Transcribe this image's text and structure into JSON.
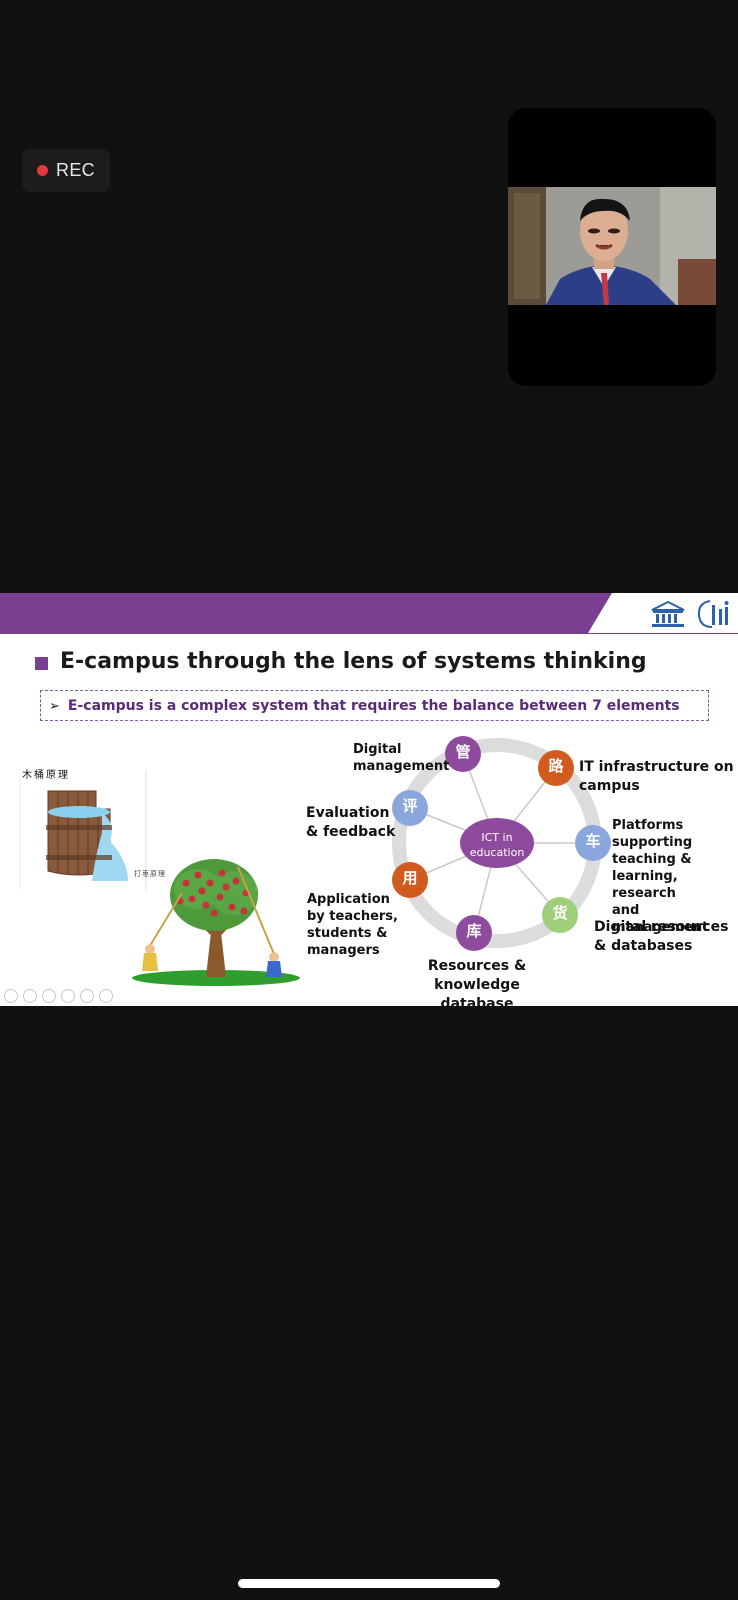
{
  "recording": {
    "label": "REC",
    "dot_color": "#e0393e"
  },
  "participant": {
    "name": ""
  },
  "slide": {
    "title": "E-campus through the lens of systems thinking",
    "subtitle": "E-campus is a complex system that requires the balance between 7 elements",
    "barrel_label": "木桶原理",
    "tree_label": "打枣原理",
    "center_label": [
      "ICT in",
      "education"
    ],
    "elements": [
      {
        "char": "管",
        "lines": [
          "Digital",
          "management"
        ]
      },
      {
        "char": "路",
        "lines": [
          "IT infrastructure on",
          "campus"
        ]
      },
      {
        "char": "车",
        "lines": [
          "Platforms",
          "supporting",
          "teaching &",
          "learning, research",
          "and management"
        ]
      },
      {
        "char": "货",
        "lines": [
          "Digital resources",
          "& databases"
        ]
      },
      {
        "char": "库",
        "lines": [
          "Resources & knowledge",
          "database"
        ]
      },
      {
        "char": "用",
        "lines": [
          "Application",
          "by teachers,",
          "students &",
          "managers"
        ]
      },
      {
        "char": "评",
        "lines": [
          "Evaluation",
          "& feedback"
        ]
      }
    ],
    "colors": {
      "purple": "#7b3f91",
      "accent": "#9b4c8f",
      "orange": "#d15a1e",
      "blue": "#8aa7dd",
      "green": "#9fcf7c"
    }
  }
}
